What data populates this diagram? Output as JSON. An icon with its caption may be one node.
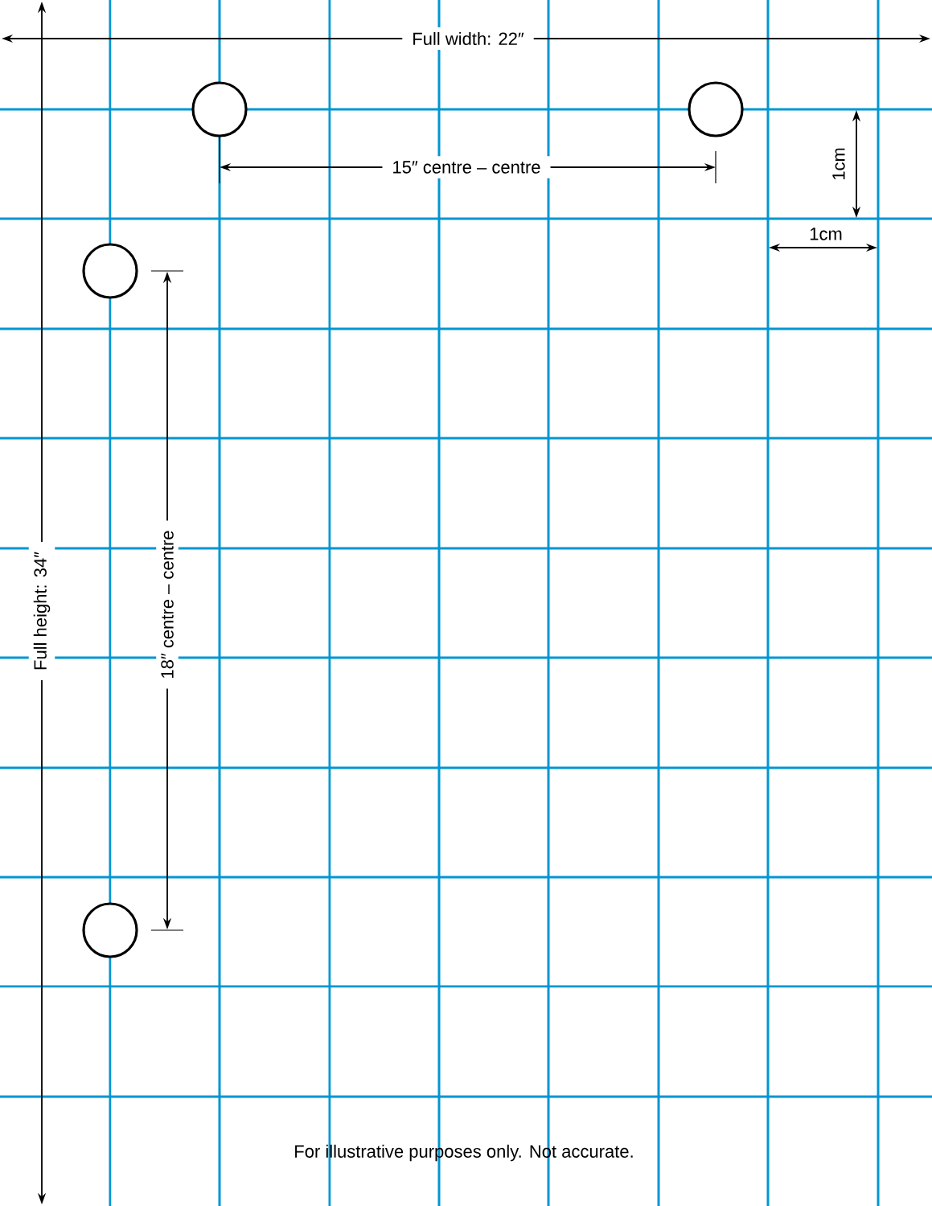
{
  "diagram": {
    "nodes": [
      {
        "text": [],
        "shape": "circle"
      },
      {
        "text": [],
        "shape": "circle"
      },
      {
        "text": [],
        "shape": "circle"
      },
      {
        "text": [],
        "shape": "circle"
      }
    ],
    "labels": [
      "Full width: 22″",
      "15″ centre – centre",
      "1cm",
      "1cm",
      "Full height: 34″",
      "18″ centre – centre",
      "For illustrative purposes only. Not accurate."
    ]
  }
}
